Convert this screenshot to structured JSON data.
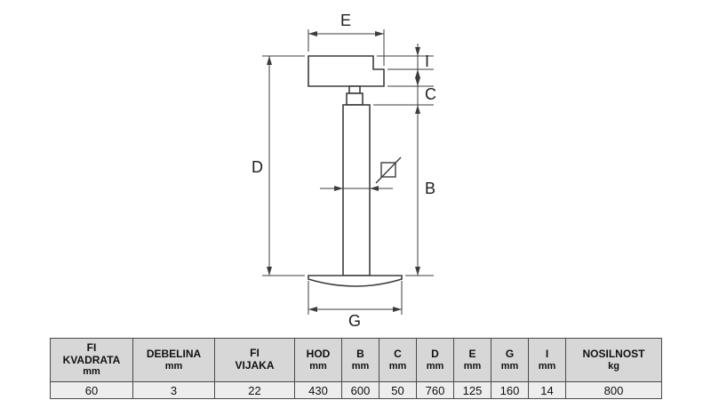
{
  "diagram": {
    "dim_labels": {
      "E": "E",
      "I": "I",
      "C": "C",
      "D": "D",
      "B": "B",
      "G": "G"
    }
  },
  "table": {
    "columns": [
      {
        "title": "FI\nKVADRATA",
        "unit": "mm",
        "value": "60"
      },
      {
        "title": "DEBELINA",
        "unit": "mm",
        "value": "3"
      },
      {
        "title": "FI\nVIJAKA",
        "unit": "",
        "value": "22"
      },
      {
        "title": "HOD",
        "unit": "mm",
        "value": "430"
      },
      {
        "title": "B",
        "unit": "mm",
        "value": "600"
      },
      {
        "title": "C",
        "unit": "mm",
        "value": "50"
      },
      {
        "title": "D",
        "unit": "mm",
        "value": "760"
      },
      {
        "title": "E",
        "unit": "mm",
        "value": "125"
      },
      {
        "title": "G",
        "unit": "mm",
        "value": "160"
      },
      {
        "title": "I",
        "unit": "mm",
        "value": "14"
      },
      {
        "title": "NOSILNOST",
        "unit": "kg",
        "value": "800"
      }
    ]
  }
}
